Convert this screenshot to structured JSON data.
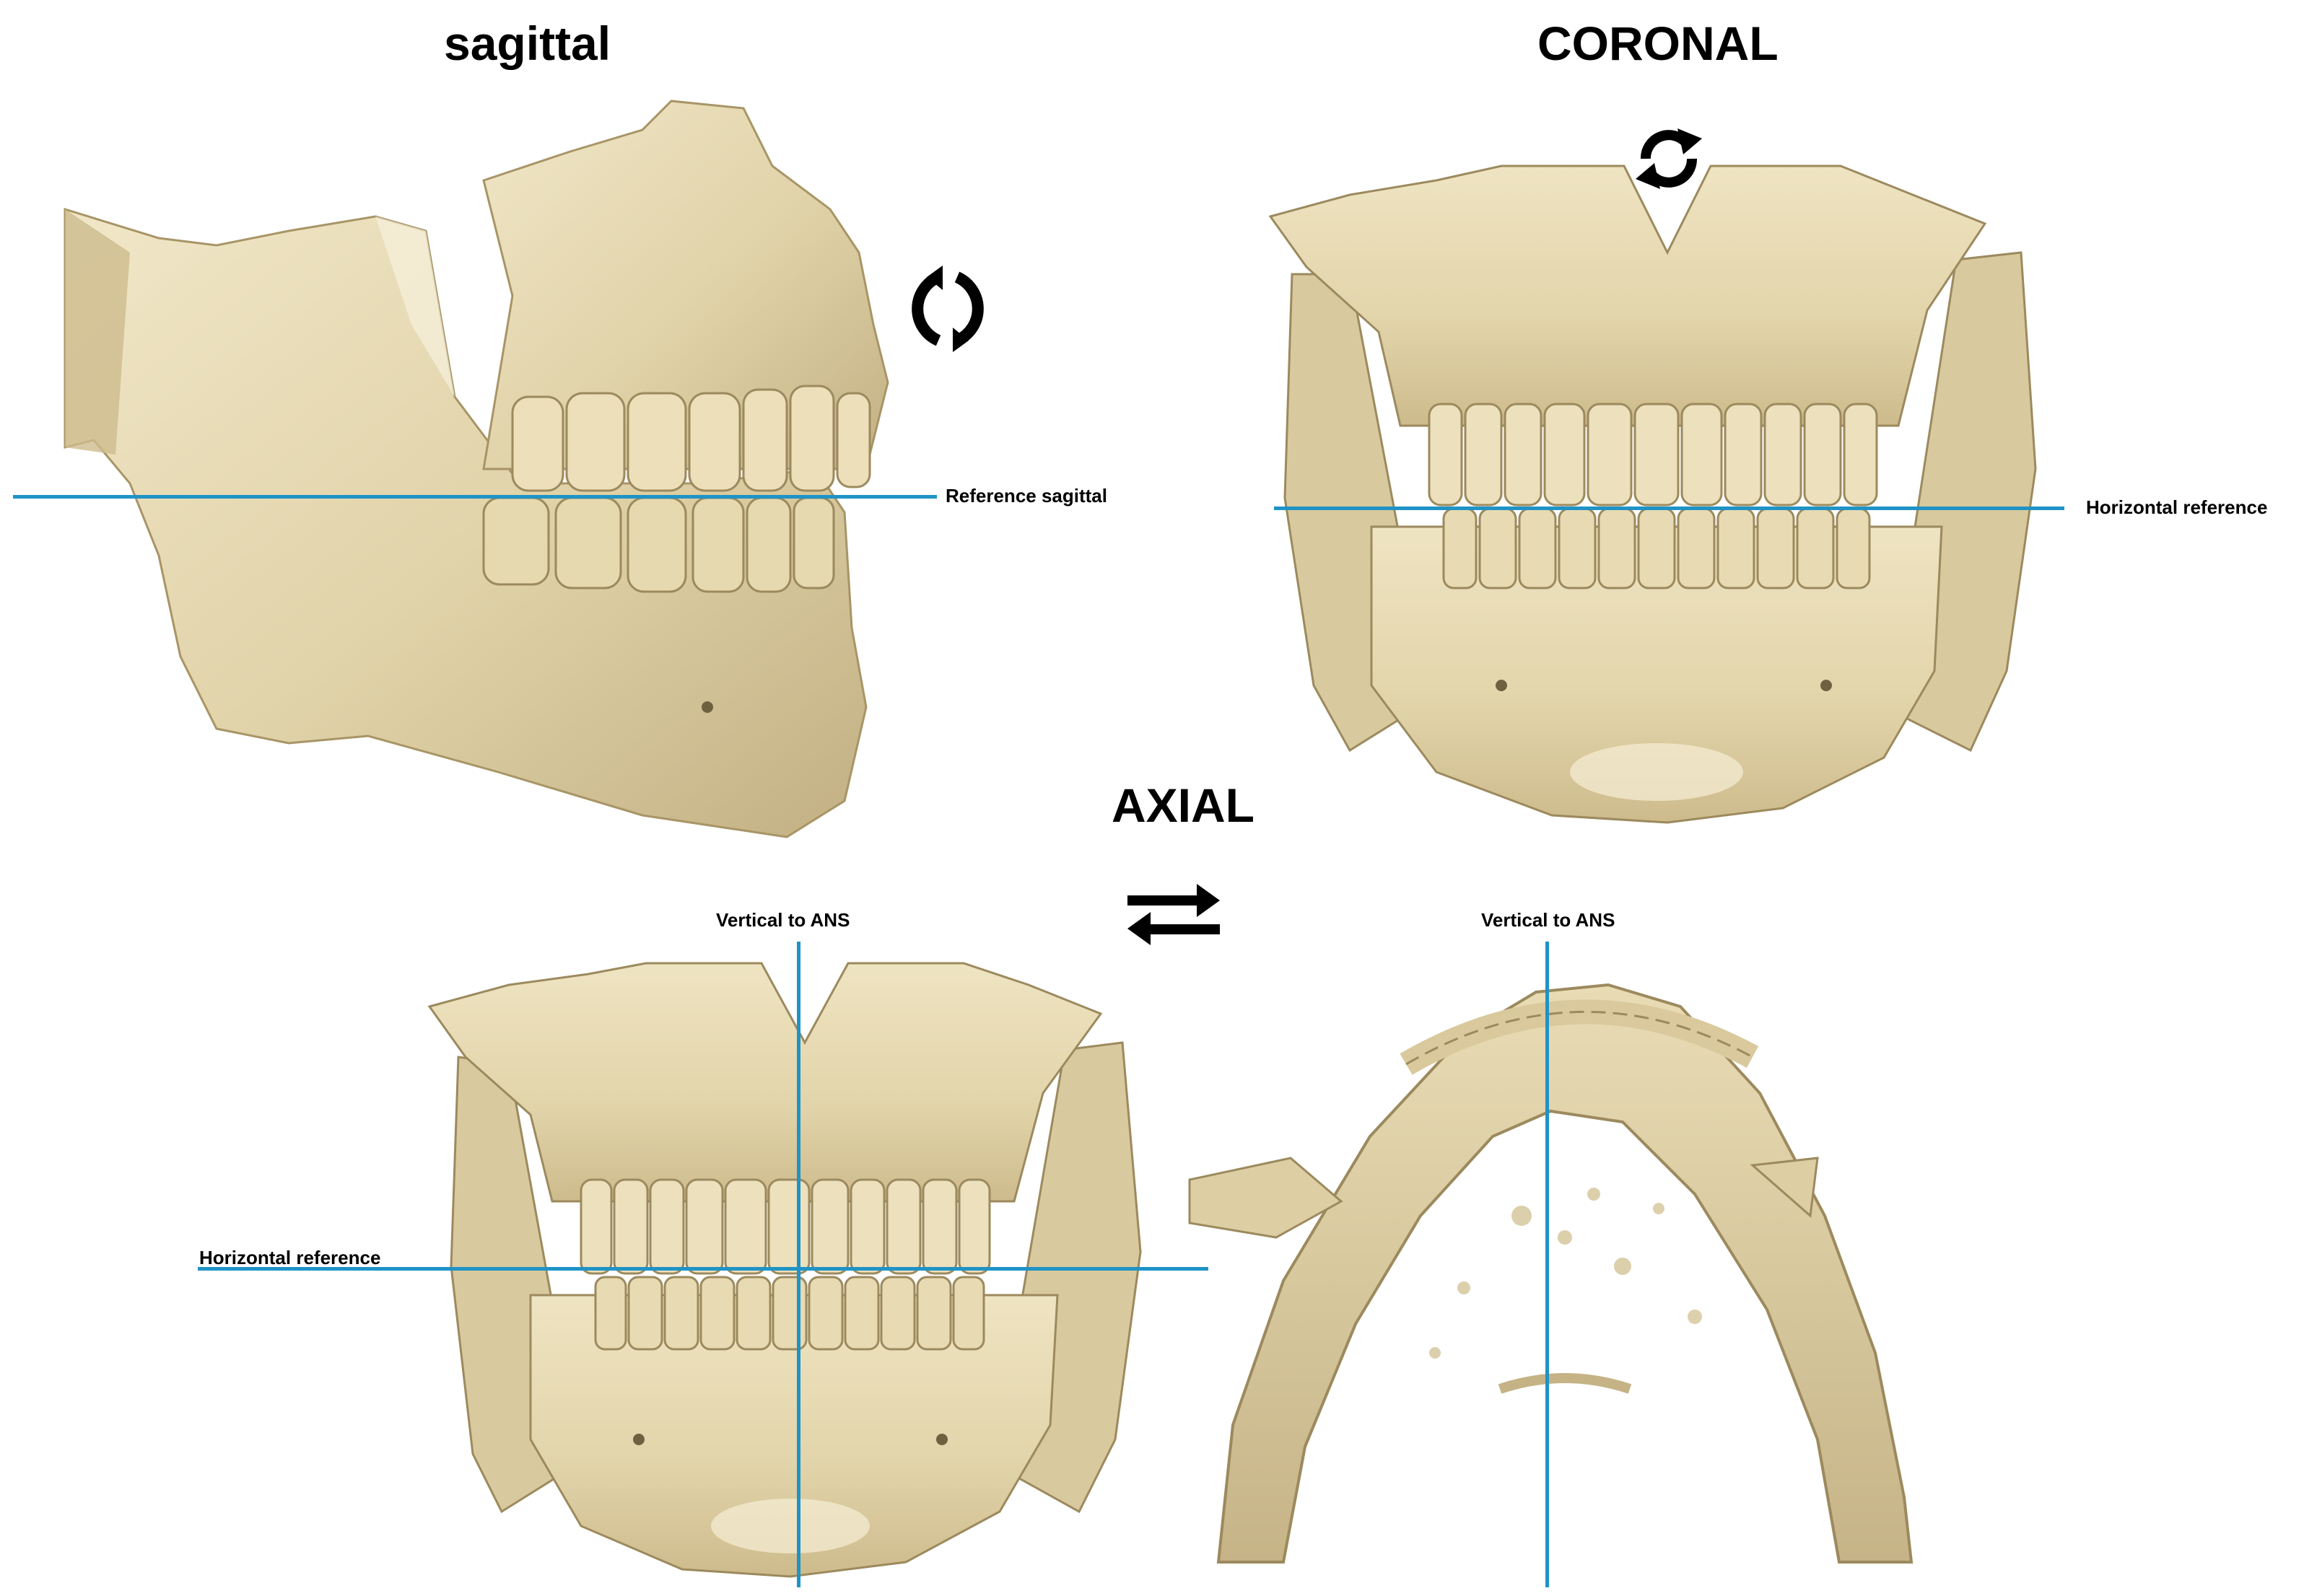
{
  "titles": {
    "sagittal": "sagittal",
    "coronal": "CORONAL",
    "axial": "AXIAL"
  },
  "labels": {
    "reference_sagittal": "Reference sagittal",
    "horizontal_reference_top": "Horizontal reference",
    "horizontal_reference_bottom": "Horizontal reference",
    "vertical_to_ans_left": "Vertical to ANS",
    "vertical_to_ans_right": "Vertical to ANS"
  },
  "icons": {
    "sagittal_rotation": "rotate-circular-arrows-icon",
    "coronal_rotation": "refresh-arrows-icon",
    "axial_rotation": "swap-horizontal-arrows-icon"
  },
  "colors": {
    "bone": "#e4d8b4",
    "bone_shadow": "#b8a67a",
    "bone_dark": "#8d7b52",
    "reference_line": "#1f93c6",
    "icon": "#000000"
  }
}
